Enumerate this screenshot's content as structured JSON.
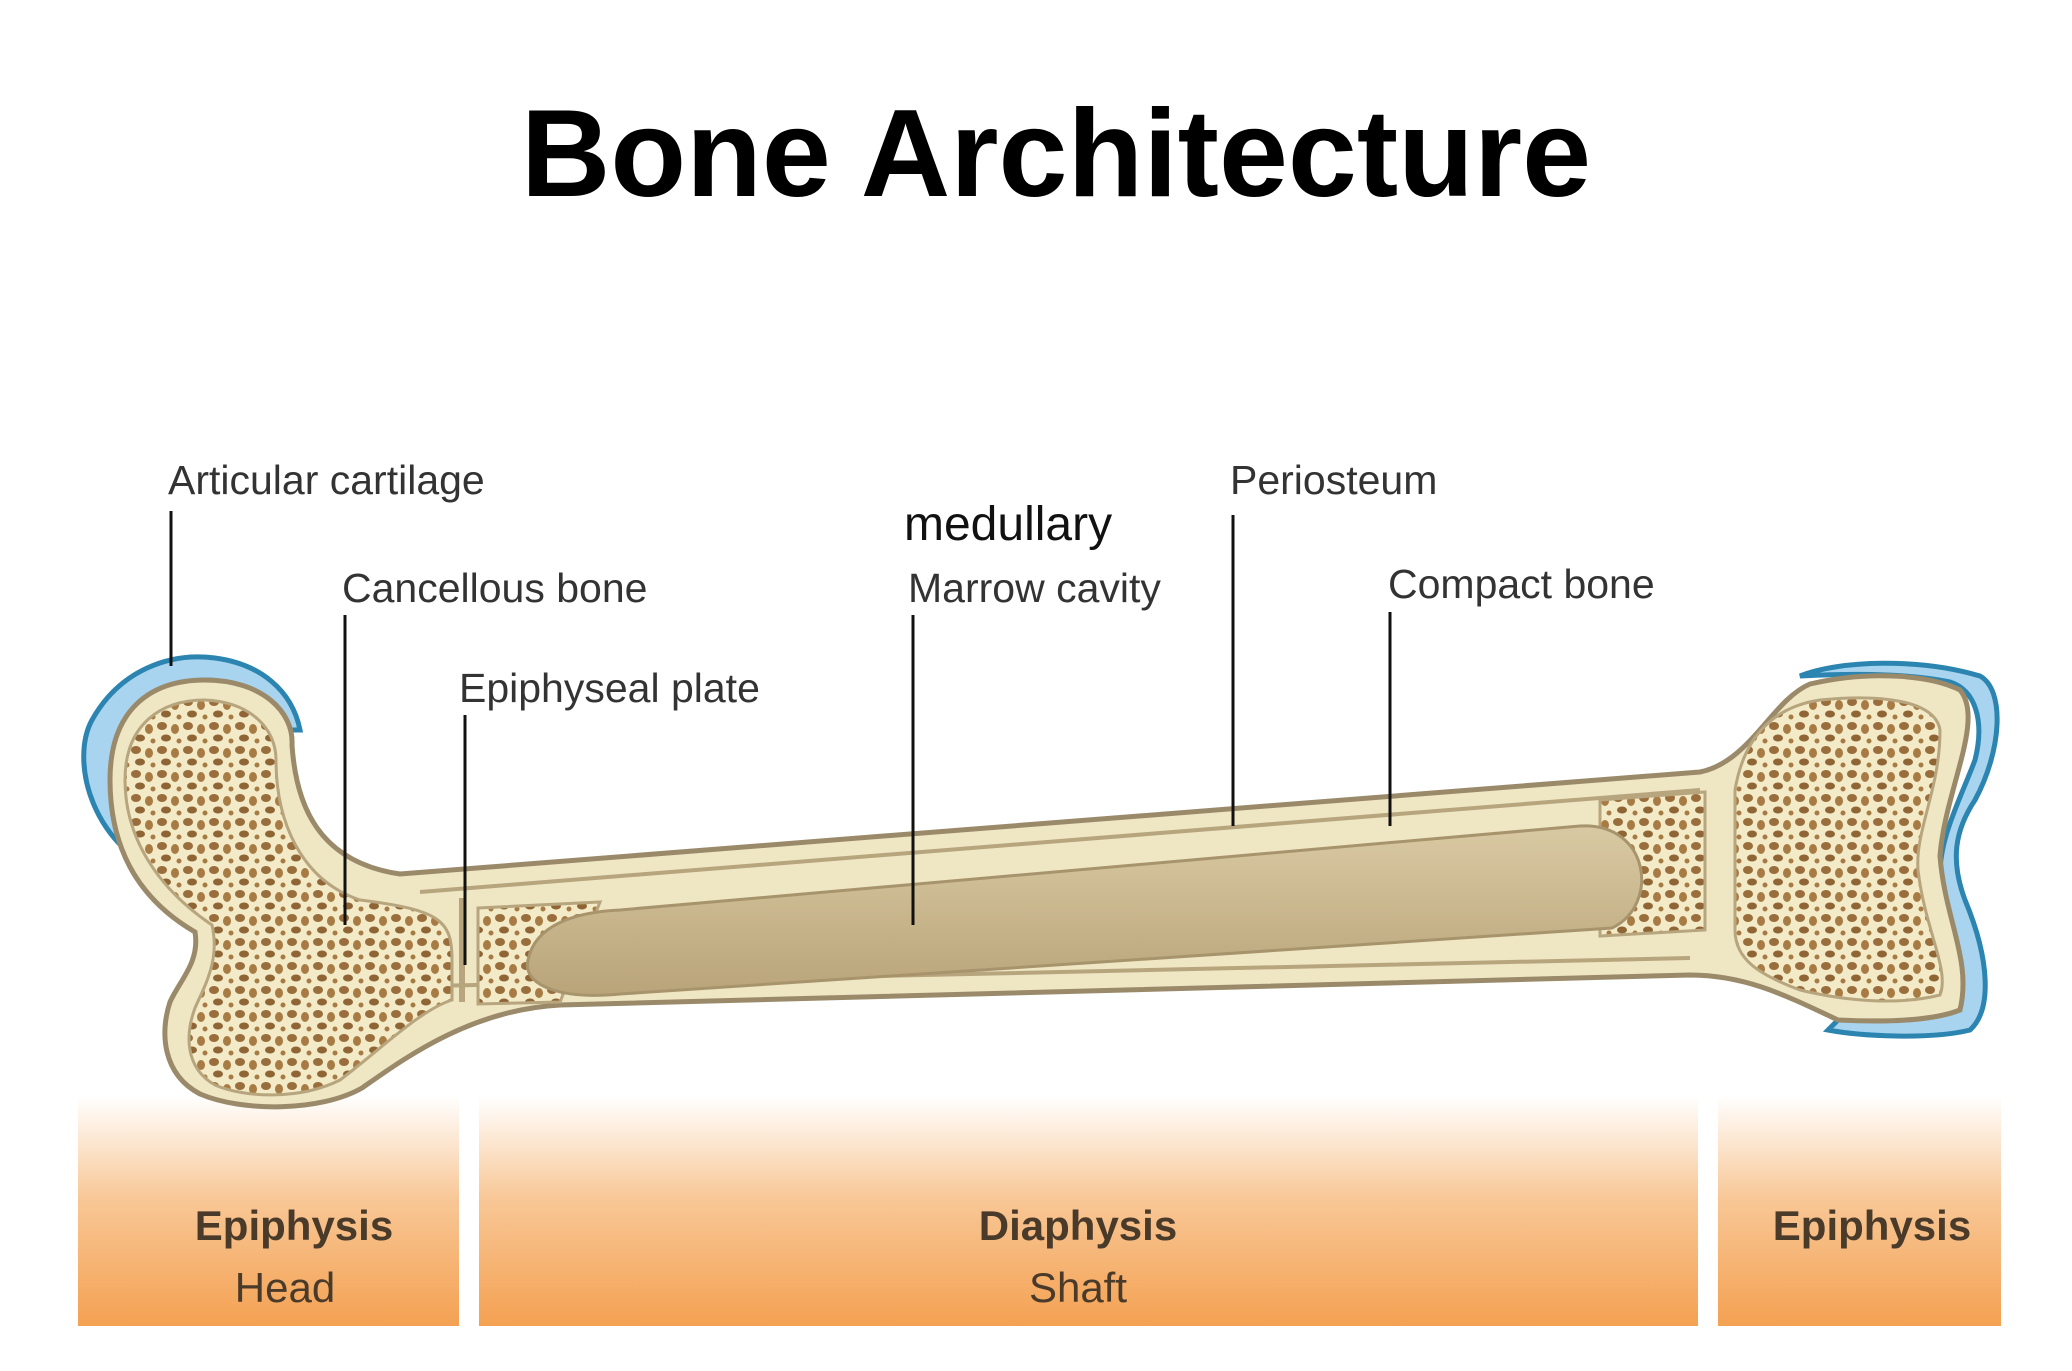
{
  "title": "Bone Architecture",
  "labels": {
    "articular_cartilage": "Articular cartilage",
    "cancellous_bone": "Cancellous bone",
    "epiphyseal_plate": "Epiphyseal plate",
    "medullary": "medullary",
    "marrow_cavity": "Marrow cavity",
    "periosteum": "Periosteum",
    "compact_bone": "Compact bone"
  },
  "regions": [
    {
      "name": "Epiphysis",
      "sub": "Head"
    },
    {
      "name": "Diaphysis",
      "sub": "Shaft"
    },
    {
      "name": "Epiphysis",
      "sub": ""
    }
  ],
  "colors": {
    "band": "#f4a152",
    "bone": "#efe6c4",
    "bone_outline": "#9a8a6a",
    "marrow": "#c8b48c",
    "cartilage": "#a9d4ef",
    "cartilage_outline": "#2b85b0",
    "spongy_dot": "#9a6e3c"
  }
}
